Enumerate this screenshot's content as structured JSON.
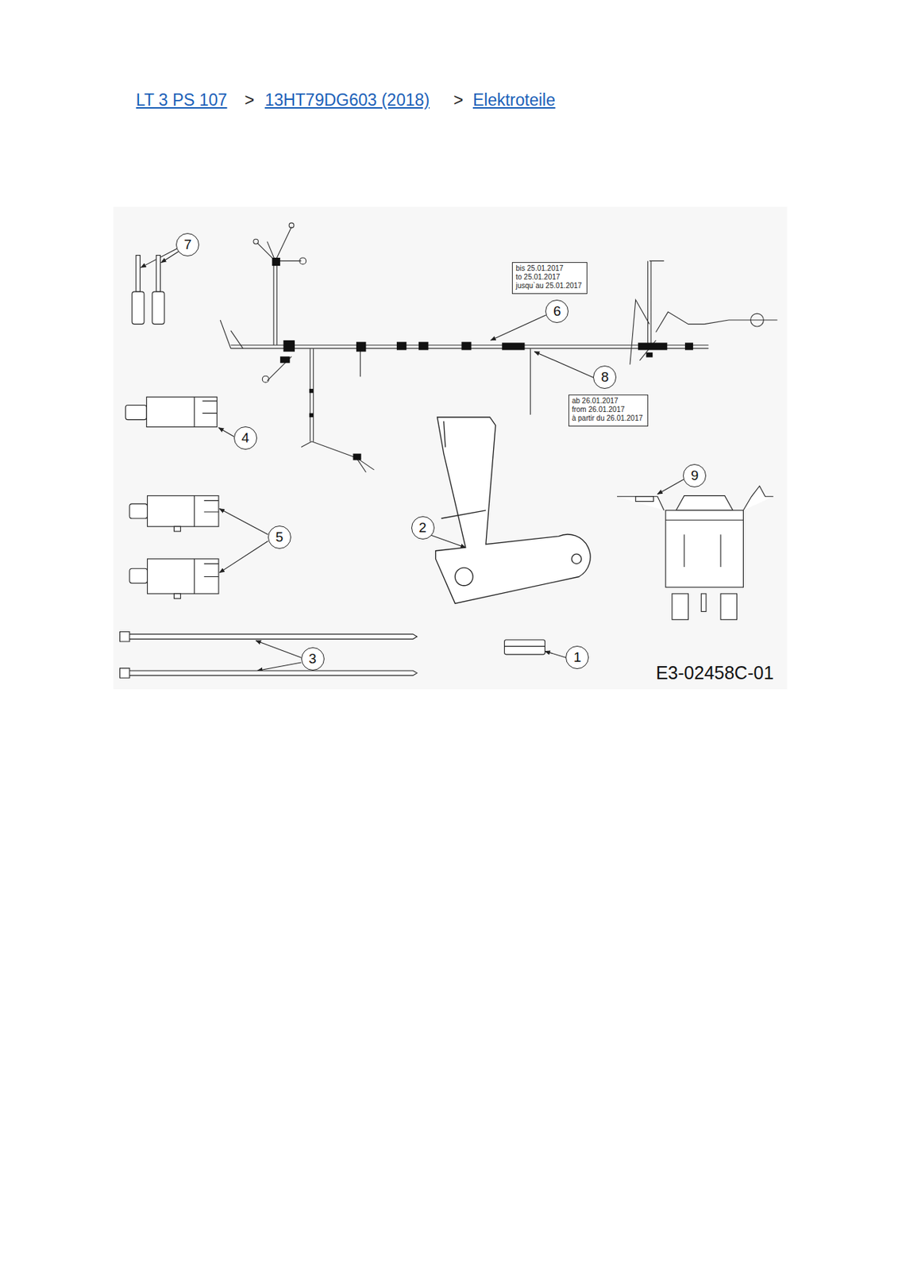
{
  "diagram": {
    "nodes": [
      {
        "text": [
          "7"
        ]
      },
      {
        "text": [
          "bis 25.01.2017",
          "to 25.01.2017",
          "jusqu`au 25.01.2017"
        ]
      },
      {
        "text": [
          "6"
        ]
      },
      {
        "text": [
          "8"
        ]
      },
      {
        "text": [
          "ab 26.01.2017",
          "from 26.01.2017",
          "à partir du 26.01.2017"
        ]
      },
      {
        "text": [
          "4"
        ]
      },
      {
        "text": [
          "9"
        ]
      },
      {
        "text": [
          "2"
        ]
      },
      {
        "text": [
          "5"
        ]
      },
      {
        "text": [
          "1"
        ]
      },
      {
        "text": [
          "3"
        ]
      }
    ],
    "labels": [
      "LT 3 PS 107",
      ">",
      "13HT79DG603 (2018)",
      ">",
      "Elektroteile",
      "E3-02458C-01"
    ]
  }
}
